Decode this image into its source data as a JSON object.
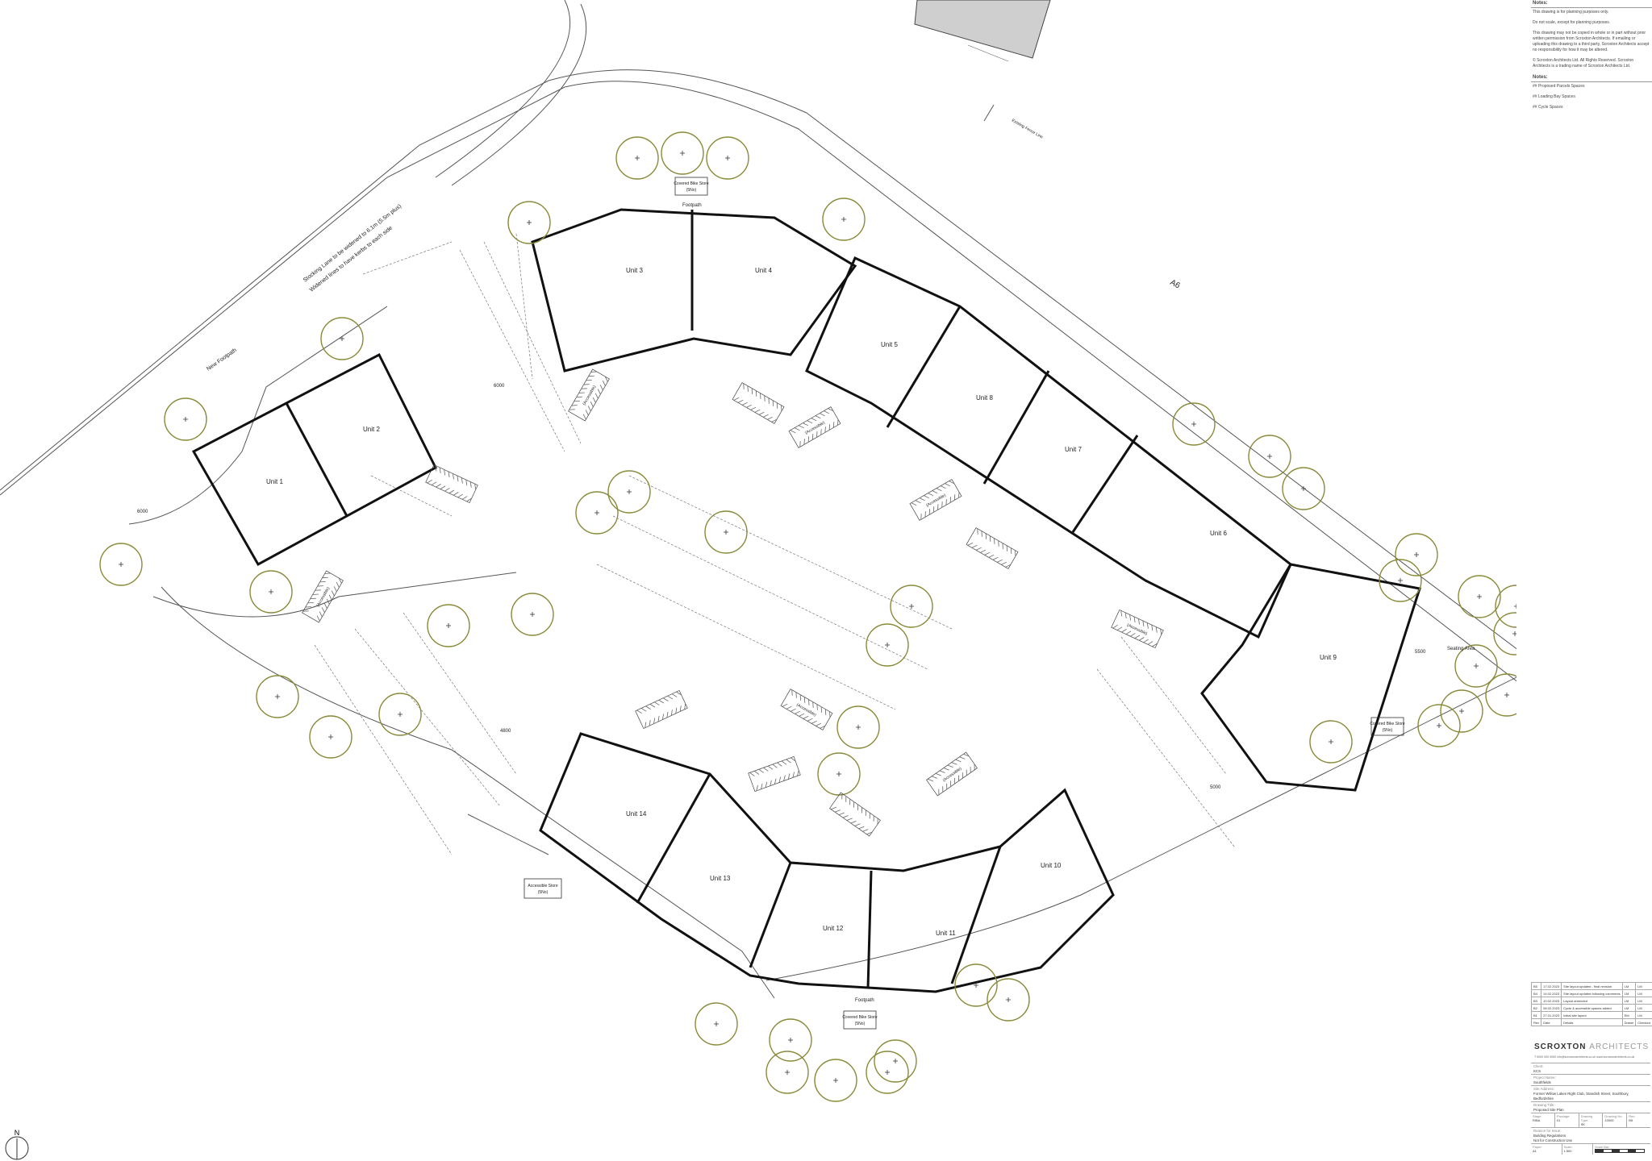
{
  "plan": {
    "units": [
      "Unit 1",
      "Unit 2",
      "Unit 3",
      "Unit 4",
      "Unit 5",
      "Unit 6",
      "Unit 7",
      "Unit 8",
      "Unit 9",
      "Unit 10",
      "Unit 11",
      "Unit 12",
      "Unit 13",
      "Unit 14"
    ],
    "road_a6": "A6",
    "lane_note_1": "Stocking Lane to be widened to 6.1m (5.5m plus)",
    "lane_note_2": "Widened lines to have kerbs to each side",
    "new_footpath": "New Footpath",
    "footpath_top": "Footpath",
    "footpath_bottom": "Footpath",
    "seating_area": "Seating Area",
    "cycle_store": "Covered Bike Store",
    "cycle_store_sub": "(5No)",
    "cycle_store_2": "Covered Bike Store",
    "cycle_store_2_sub": "(5No)",
    "cycle_store_3": "Covered Bike Store",
    "cycle_store_3_sub": "(5No)",
    "accessible_store": "Accessible Store",
    "accessible_store_sub": "(5No)",
    "accessible": "(Accessible)",
    "boundary_note": "Existing Fence Line",
    "dim_a": "6000",
    "dim_b": "5000",
    "dim_c": "4800",
    "dim_d": "6000",
    "dim_e": "5500"
  },
  "notes": {
    "header": "Notes:",
    "note1": "This drawing is for planning purposes only.",
    "note2": "Do not scale, except for planning purposes.",
    "note3": "This drawing may not be copied in whole or in part without prior written permission from Scroxton Architects. If emailing or uploading this drawing to a third party, Scroxton Architects accept no responsibility for how it may be altered.",
    "note4": "© Scroxton Architects Ltd. All Rights Reserved. Scroxton Architects is a trading name of Scroxton Architects Ltd.",
    "header2": "Notes:",
    "note5": "## Proposed Parcels Spaces",
    "note6": "## Loading Bay Spaces",
    "note7": "## Cycle Spaces"
  },
  "titleblock": {
    "brand_main": "SCROXTON",
    "brand_sub": "ARCHITECTS",
    "address": "T 0000 000 0000   info@scroxtonarchitects.co.uk   www.scroxtonarchitects.co.uk",
    "client_label": "Client:",
    "client": "KCS",
    "project_label": "Project Name:",
    "project": "Southfields",
    "site_label": "Site Address:",
    "site": "Former Willow Lakes Right Club, Standish Street, Southbury, Bedfordshire",
    "drawing_label": "Drawing Title:",
    "drawing": "Proposed Site Plan",
    "stage_label": "Stage",
    "stage": "RIBA",
    "package_label": "Package:",
    "package": "01",
    "type_label": "Drawing Type:",
    "type": "SK",
    "number_label": "Drawing No:",
    "number": "10000",
    "rev_label": "Rev:",
    "rev": "B5",
    "purpose_label": "Reason for Issue:",
    "purpose": "Building Regulations",
    "status": "Not for Construction Use",
    "paper_label": "Paper:",
    "paper": "A1",
    "scale_label": "Scale:",
    "scale": "1:500",
    "scale_bar_label": "Scale Bar:",
    "revisions": [
      [
        "B5",
        "17.02.2023",
        "Site layout updated - final revision",
        "LM",
        "LM"
      ],
      [
        "B4",
        "14.02.2023",
        "Site layout updated following comments",
        "LM",
        "LM"
      ],
      [
        "B3",
        "10.02.2023",
        "Layout amended",
        "LM",
        "LM"
      ],
      [
        "B2",
        "08.02.2023",
        "Cycle & accessible spaces added",
        "LM",
        "LM"
      ],
      [
        "B1",
        "27.01.2023",
        "Initial site layout",
        "EM",
        "LM"
      ],
      [
        "Rev",
        "Date",
        "Details",
        "Drawn",
        "Checked"
      ]
    ]
  },
  "north": "N"
}
